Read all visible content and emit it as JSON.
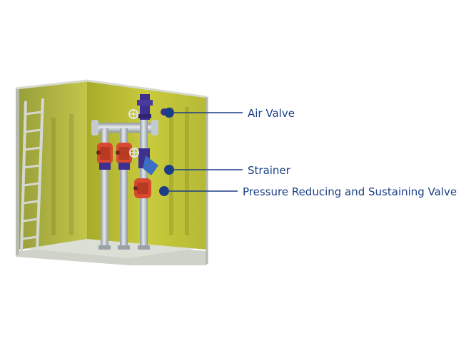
{
  "callouts": [
    {
      "label": "Air Valve"
    },
    {
      "label": "Strainer"
    },
    {
      "label": "Pressure Reducing and Sustaining Valve"
    }
  ],
  "colors": {
    "wall": "#c9cc3a",
    "wall_dark": "#8f9420",
    "floor": "#d9dbd2",
    "pipe": "#b8c0c6",
    "valve_red": "#d84a30",
    "valve_purple": "#3f2f8f",
    "callout_blue": "#1a3f86"
  },
  "icons": [
    "ladder",
    "pipe-manifold",
    "handwheel",
    "valve"
  ]
}
